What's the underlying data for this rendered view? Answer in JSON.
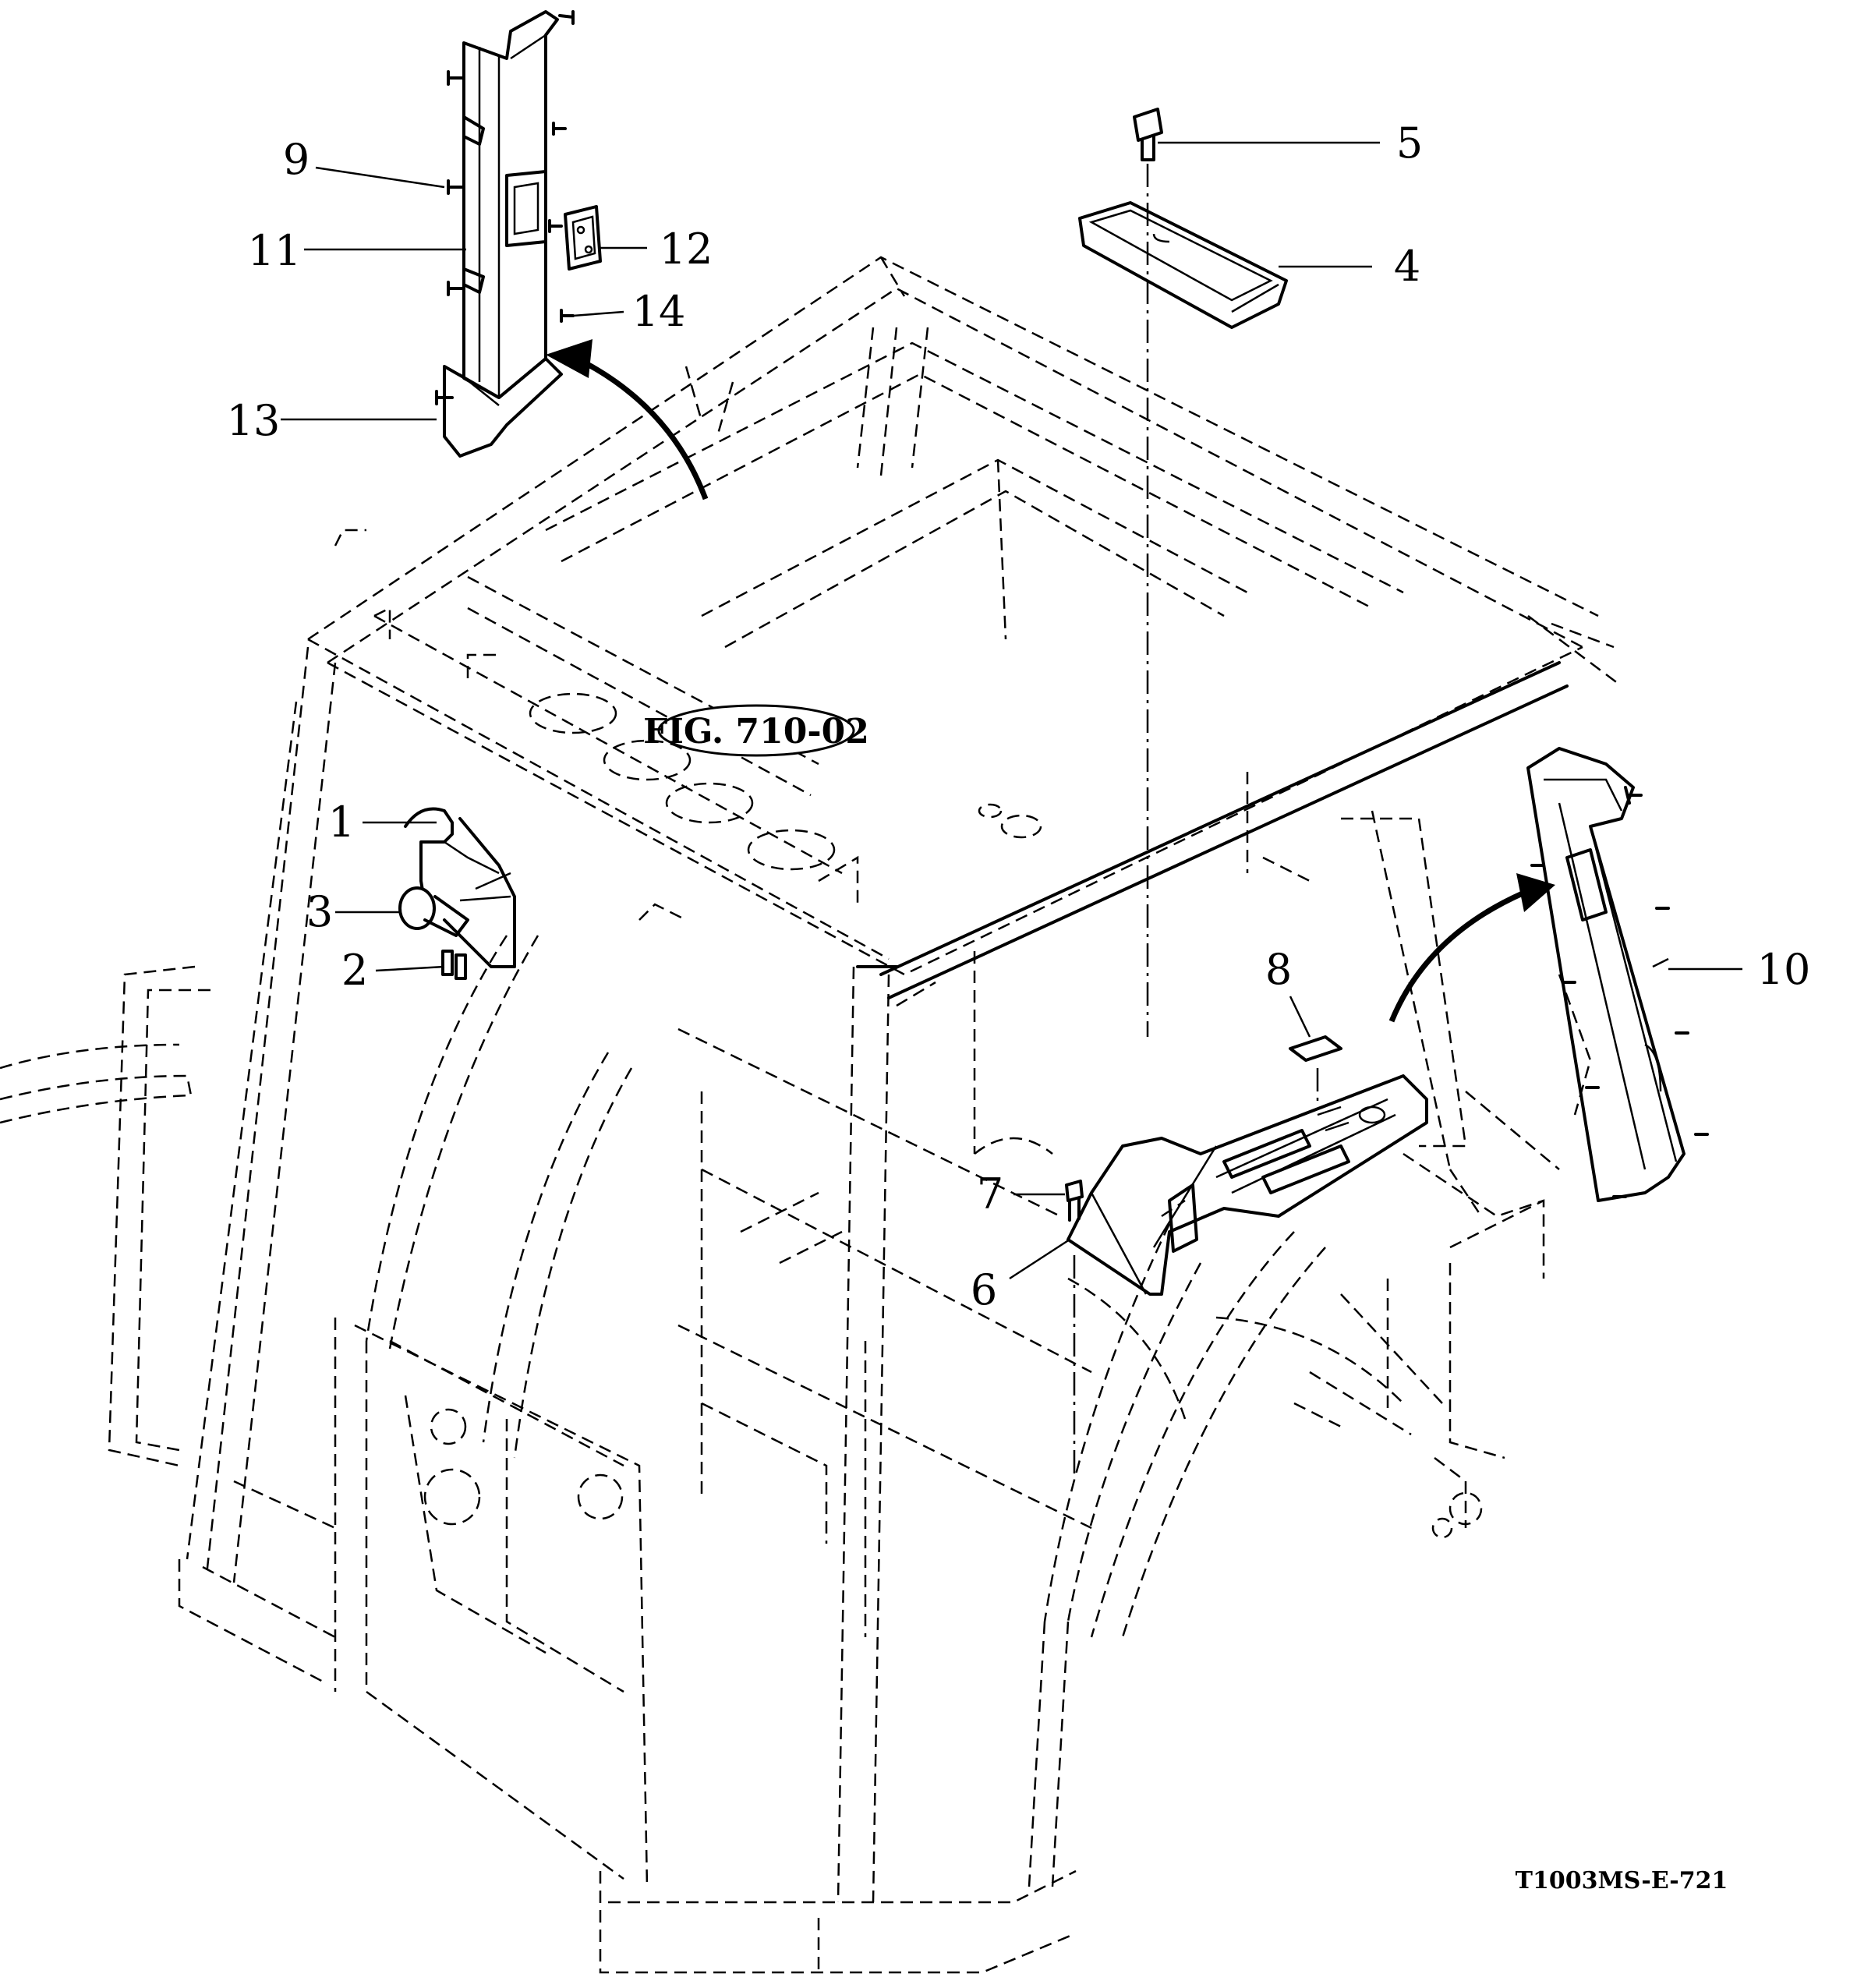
{
  "figure_reference": "FIG. 710-02",
  "drawing_code": "T1003MS-E-721",
  "callouts": [
    {
      "id": "1",
      "label": "1"
    },
    {
      "id": "2",
      "label": "2"
    },
    {
      "id": "3",
      "label": "3"
    },
    {
      "id": "4",
      "label": "4"
    },
    {
      "id": "5",
      "label": "5"
    },
    {
      "id": "6",
      "label": "6"
    },
    {
      "id": "7",
      "label": "7"
    },
    {
      "id": "8",
      "label": "8"
    },
    {
      "id": "9",
      "label": "9"
    },
    {
      "id": "10",
      "label": "10"
    },
    {
      "id": "11",
      "label": "11"
    },
    {
      "id": "12",
      "label": "12"
    },
    {
      "id": "13",
      "label": "13"
    },
    {
      "id": "14",
      "label": "14"
    }
  ]
}
